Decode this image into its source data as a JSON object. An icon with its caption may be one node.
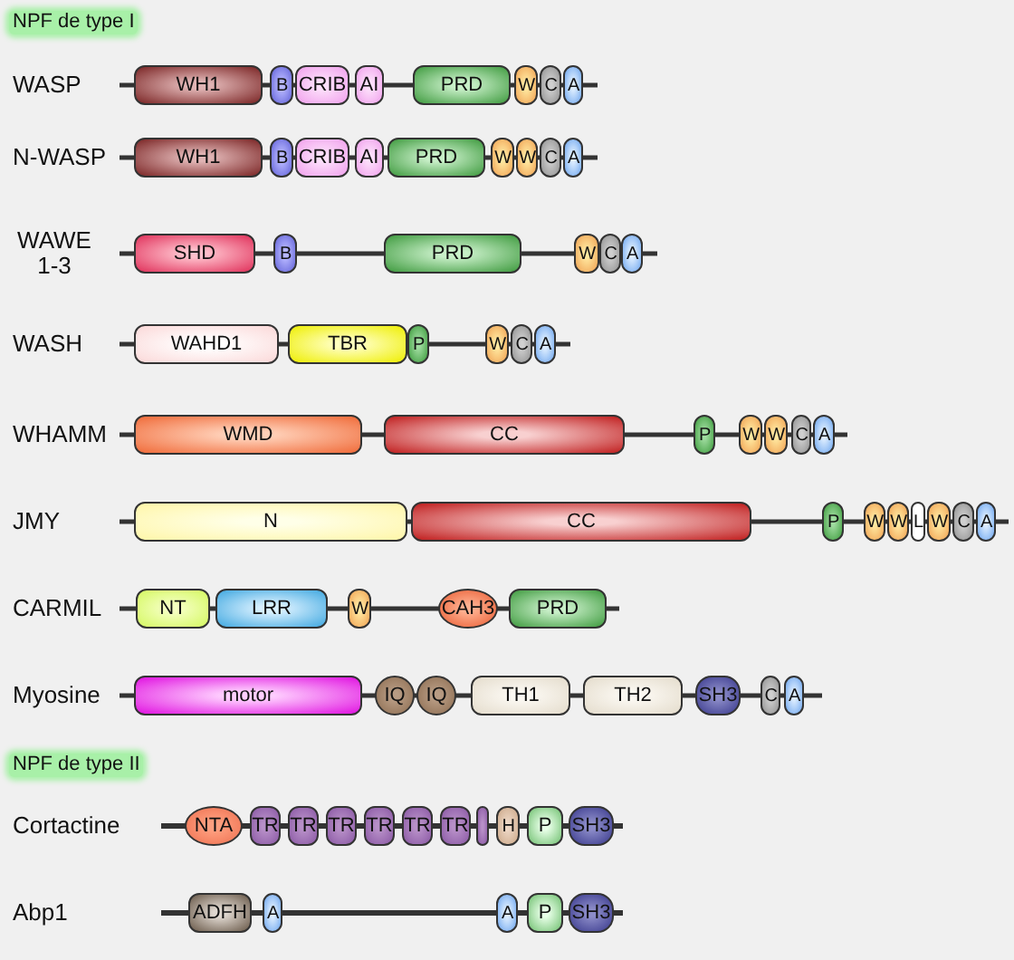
{
  "diagram": {
    "nodes": [
      {
        "text": [
          "WH1"
        ]
      },
      {
        "text": [
          "B"
        ]
      },
      {
        "text": [
          "CRIB"
        ]
      },
      {
        "text": [
          "AI"
        ]
      },
      {
        "text": [
          "PRD"
        ]
      },
      {
        "text": [
          "W"
        ]
      },
      {
        "text": [
          "C"
        ]
      },
      {
        "text": [
          "A"
        ]
      },
      {
        "text": [
          "WH1"
        ]
      },
      {
        "text": [
          "B"
        ]
      },
      {
        "text": [
          "CRIB"
        ]
      },
      {
        "text": [
          "AI"
        ]
      },
      {
        "text": [
          "PRD"
        ]
      },
      {
        "text": [
          "W"
        ]
      },
      {
        "text": [
          "W"
        ]
      },
      {
        "text": [
          "C"
        ]
      },
      {
        "text": [
          "A"
        ]
      },
      {
        "text": [
          "SHD"
        ]
      },
      {
        "text": [
          "B"
        ]
      },
      {
        "text": [
          "PRD"
        ]
      },
      {
        "text": [
          "W"
        ]
      },
      {
        "text": [
          "C"
        ]
      },
      {
        "text": [
          "A"
        ]
      },
      {
        "text": [
          "WAHD1"
        ]
      },
      {
        "text": [
          "TBR"
        ]
      },
      {
        "text": [
          "P"
        ]
      },
      {
        "text": [
          "W"
        ]
      },
      {
        "text": [
          "C"
        ]
      },
      {
        "text": [
          "A"
        ]
      },
      {
        "text": [
          "WMD"
        ]
      },
      {
        "text": [
          "CC"
        ]
      },
      {
        "text": [
          "P"
        ]
      },
      {
        "text": [
          "W"
        ]
      },
      {
        "text": [
          "W"
        ]
      },
      {
        "text": [
          "C"
        ]
      },
      {
        "text": [
          "A"
        ]
      },
      {
        "text": [
          "N"
        ]
      },
      {
        "text": [
          "CC"
        ]
      },
      {
        "text": [
          "P"
        ]
      },
      {
        "text": [
          "W"
        ]
      },
      {
        "text": [
          "W"
        ]
      },
      {
        "text": [
          "L"
        ]
      },
      {
        "text": [
          "W"
        ]
      },
      {
        "text": [
          "C"
        ]
      },
      {
        "text": [
          "A"
        ]
      },
      {
        "text": [
          "NT"
        ]
      },
      {
        "text": [
          "LRR"
        ]
      },
      {
        "text": [
          "W"
        ]
      },
      {
        "text": [
          "CAH3"
        ]
      },
      {
        "text": [
          "PRD"
        ]
      },
      {
        "text": [
          "motor"
        ]
      },
      {
        "text": [
          "IQ"
        ]
      },
      {
        "text": [
          "IQ"
        ]
      },
      {
        "text": [
          "TH1"
        ]
      },
      {
        "text": [
          "TH2"
        ]
      },
      {
        "text": [
          "SH3"
        ]
      },
      {
        "text": [
          "C"
        ]
      },
      {
        "text": [
          "A"
        ]
      },
      {
        "text": [
          "NTA"
        ]
      },
      {
        "text": [
          "TR"
        ]
      },
      {
        "text": [
          "TR"
        ]
      },
      {
        "text": [
          "TR"
        ]
      },
      {
        "text": [
          "TR"
        ]
      },
      {
        "text": [
          "TR"
        ]
      },
      {
        "text": [
          "TR"
        ]
      },
      {
        "text": [],
        "shape": "box"
      },
      {
        "text": [
          "H"
        ]
      },
      {
        "text": [
          "P"
        ]
      },
      {
        "text": [
          "SH3"
        ]
      },
      {
        "text": [
          "ADFH"
        ]
      },
      {
        "text": [
          "A"
        ]
      },
      {
        "text": [
          "A"
        ]
      },
      {
        "text": [
          "P"
        ]
      },
      {
        "text": [
          "SH3"
        ]
      }
    ],
    "labels": [
      "NPF de type I",
      "WASP",
      "N-WASP",
      "WAWE 1-3",
      "WASH",
      "WHAMM",
      "JMY",
      "CARMIL",
      "Myosine",
      "NPF de type II",
      "Cortactine",
      "Abp1"
    ]
  }
}
